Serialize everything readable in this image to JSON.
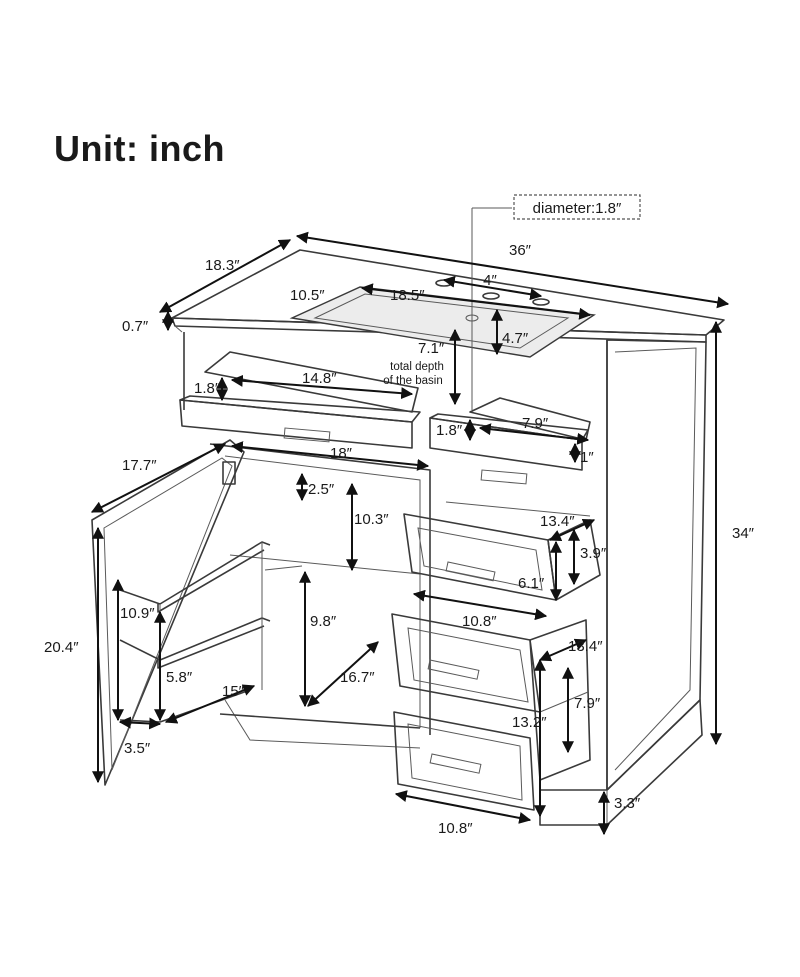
{
  "title": "Unit: inch",
  "callout": "diameter:1.8″",
  "basin_note": [
    "total depth",
    "of the basin"
  ],
  "dimensions": {
    "overall_width": "36″",
    "overall_depth": "18.3″",
    "top_thickness": "0.7″",
    "faucet_spread": "4″",
    "basin_width": "18.5″",
    "basin_depth_front": "10.5″",
    "basin_offset": "4.7″",
    "basin_total_depth": "7.1″",
    "overall_height": "34″",
    "top_drawer_height_left": "1.8″",
    "top_drawer_width_left": "14.8″",
    "top_drawer_height_right": "1.8″",
    "top_drawer_width_right": "7.9″",
    "top_drawer_gap_right": "1″",
    "door_depth": "17.7″",
    "cabinet_inner_width": "18″",
    "shelf_gap": "2.5″",
    "upper_inner_height": "10.3″",
    "lower_inner_height": "9.8″",
    "inner_depth": "16.7″",
    "door_height": "20.4″",
    "door_shelf_height": "10.9″",
    "door_shelf_spacing": "5.8″",
    "door_shelf_width": "15″",
    "door_shelf_depth": "3.5″",
    "drawer1_depth": "13.4″",
    "drawer1_height": "3.9″",
    "drawer1_inner_height": "6.1″",
    "drawer1_width": "10.8″",
    "drawer2_depth": "13.4″",
    "drawer2_height": "7.9″",
    "drawer2_front_height": "13.2″",
    "drawer2_width": "10.8″",
    "toe_kick": "3.3″"
  }
}
